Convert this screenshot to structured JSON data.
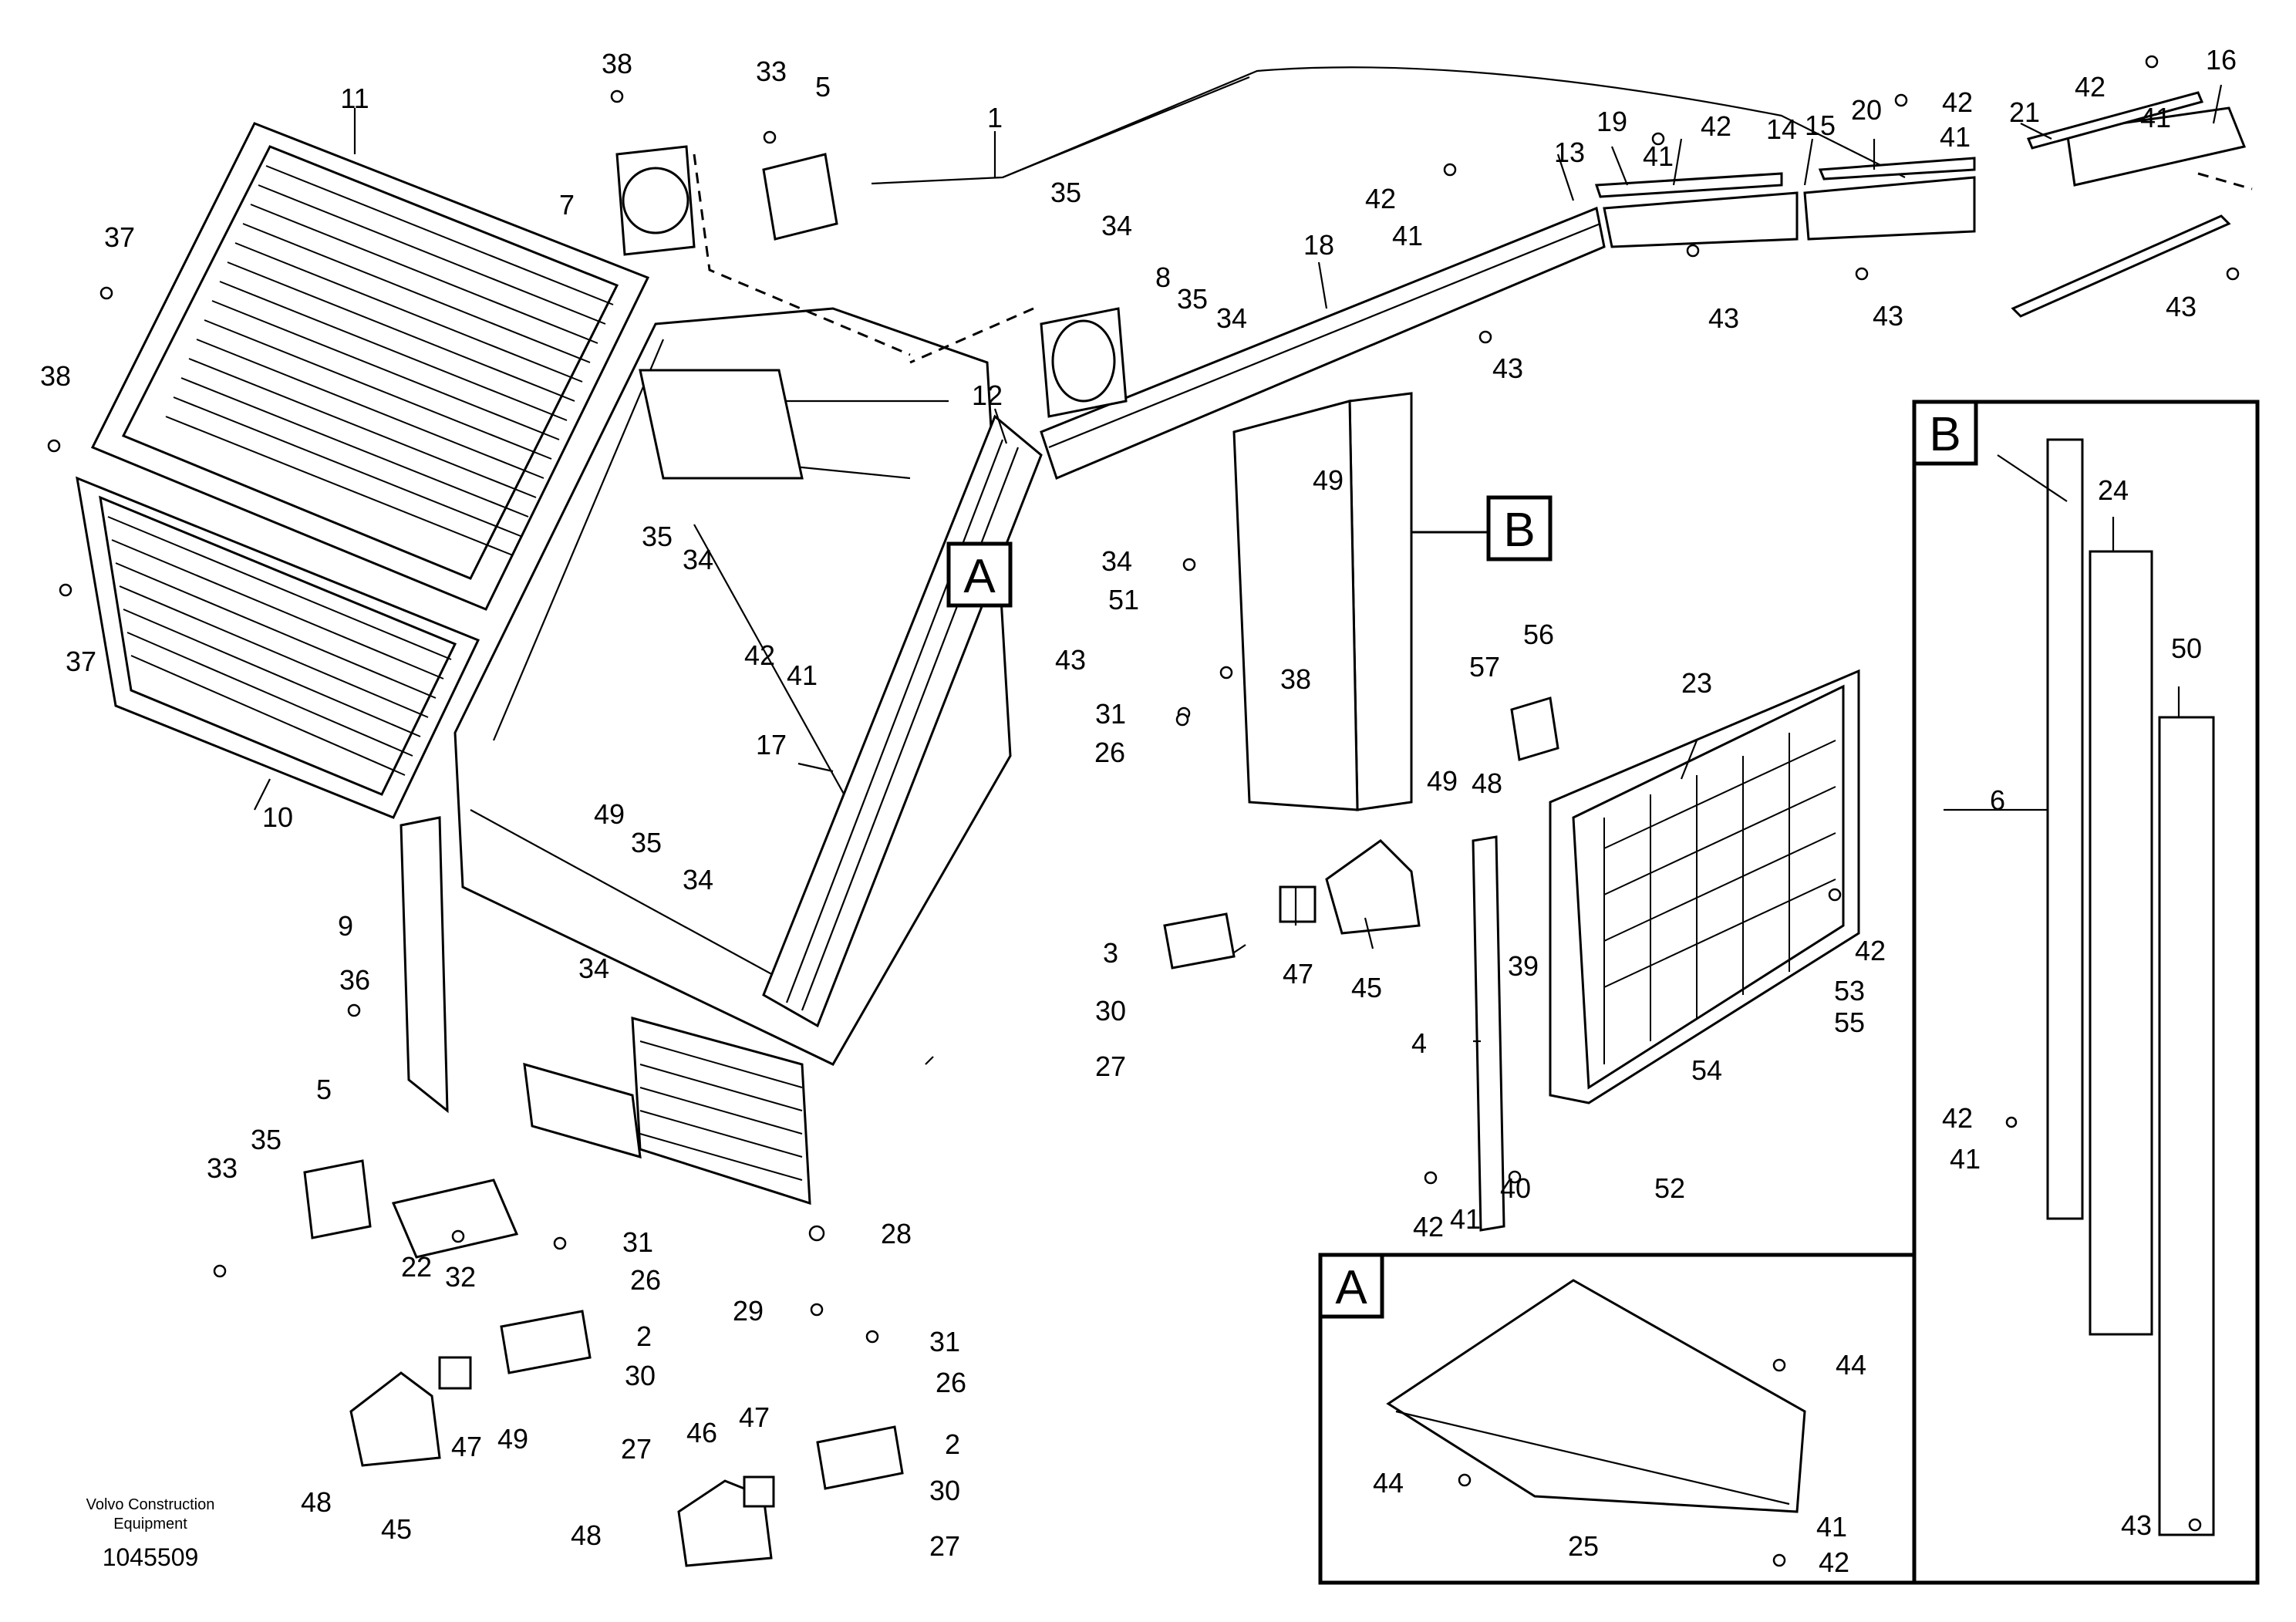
{
  "callouts": {
    "c1": "1",
    "c2a": "2",
    "c2b": "2",
    "c3": "3",
    "c4": "4",
    "c5a": "5",
    "c5b": "5",
    "c6": "6",
    "c7": "7",
    "c8": "8",
    "c9": "9",
    "c10": "10",
    "c11": "11",
    "c12": "12",
    "c13": "13",
    "c14": "14",
    "c15": "15",
    "c16": "16",
    "c17": "17",
    "c18": "18",
    "c19": "19",
    "c20": "20",
    "c21": "21",
    "c22": "22",
    "c23": "23",
    "c24": "24",
    "c25": "25",
    "c26a": "26",
    "c26b": "26",
    "c26c": "26",
    "c27a": "27",
    "c27b": "27",
    "c27c": "27",
    "c28": "28",
    "c29": "29",
    "c30a": "30",
    "c30b": "30",
    "c30c": "30",
    "c31a": "31",
    "c31b": "31",
    "c31c": "31",
    "c32": "32",
    "c33a": "33",
    "c33b": "33",
    "c34a": "34",
    "c34b": "34",
    "c34c": "34",
    "c34d": "34",
    "c34e": "34",
    "c34f": "34",
    "c35a": "35",
    "c35b": "35",
    "c35c": "35",
    "c35d": "35",
    "c35e": "35",
    "c36": "36",
    "c37a": "37",
    "c37b": "37",
    "c38a": "38",
    "c38b": "38",
    "c38c": "38",
    "c39": "39",
    "c40": "40",
    "c41a": "41",
    "c41b": "41",
    "c41c": "41",
    "c41d": "41",
    "c41e": "41",
    "c41f": "41",
    "c41g": "41",
    "c41h": "41",
    "c42a": "42",
    "c42b": "42",
    "c42c": "42",
    "c42d": "42",
    "c42e": "42",
    "c42f": "42",
    "c42g": "42",
    "c42h": "42",
    "c42i": "42",
    "c43a": "43",
    "c43b": "43",
    "c43c": "43",
    "c43d": "43",
    "c43e": "43",
    "c43f": "43",
    "c44a": "44",
    "c44b": "44",
    "c45a": "45",
    "c45b": "45",
    "c46": "46",
    "c47a": "47",
    "c47b": "47",
    "c47c": "47",
    "c48a": "48",
    "c48b": "48",
    "c48c": "48",
    "c49a": "49",
    "c49b": "49",
    "c49c": "49",
    "c49d": "49",
    "c50": "50",
    "c51": "51",
    "c52": "52",
    "c53": "53",
    "c54": "54",
    "c55": "55",
    "c56": "56",
    "c57": "57"
  },
  "view_labels": {
    "a_marker": "A",
    "b_marker": "B",
    "a_box": "A",
    "b_box": "B"
  },
  "footer": {
    "company_line1": "Volvo Construction",
    "company_line2": "Equipment",
    "drawing_number": "1045509"
  }
}
